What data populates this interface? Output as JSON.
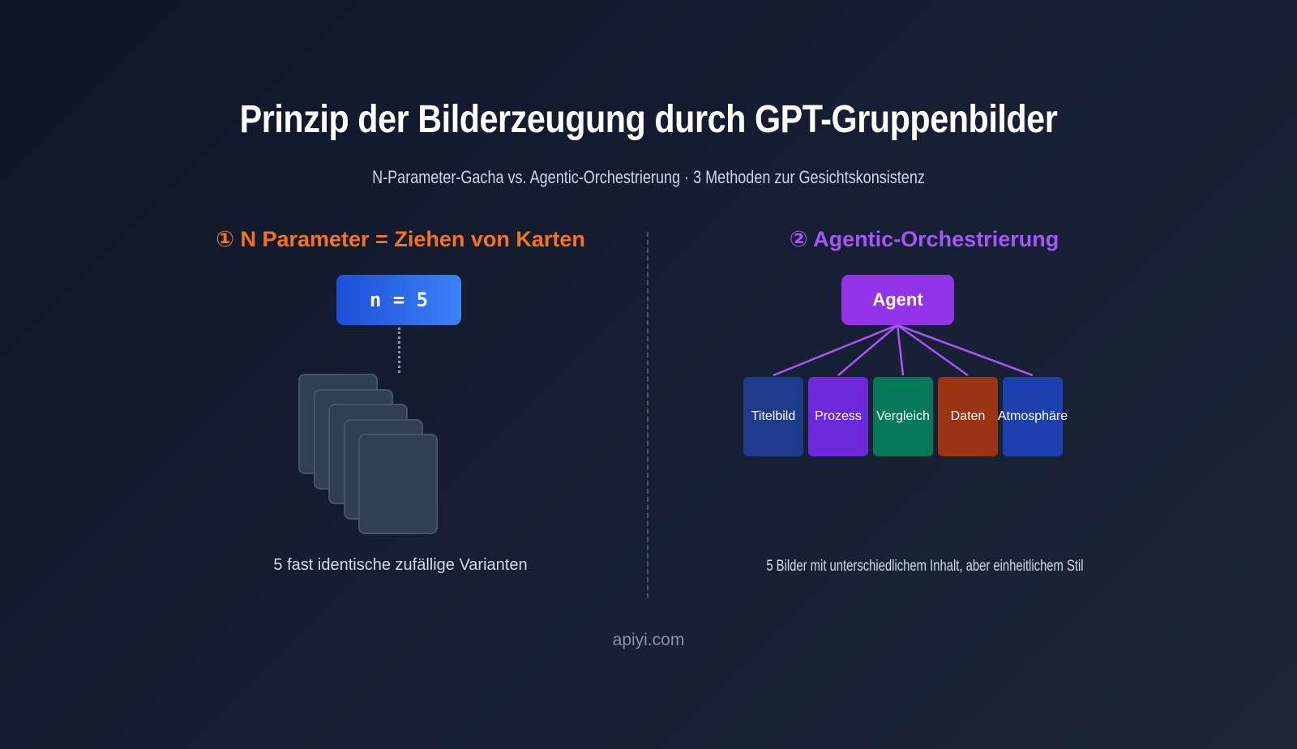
{
  "title": "Prinzip der Bilderzeugung durch GPT-Gruppenbilder",
  "subtitle": "N-Parameter-Gacha vs. Agentic-Orchestrierung · 3 Methoden zur Gesichtskonsistenz",
  "left": {
    "heading": "① N Parameter = Ziehen von Karten",
    "heading_color": "#f97316",
    "param_label": "n = 5",
    "card_count": 5,
    "caption": "5 fast identische zufällige Varianten"
  },
  "right": {
    "heading": "② Agentic-Orchestrierung",
    "heading_color": "#a855f7",
    "root_label": "Agent",
    "root_color": "#9333ea",
    "connector_color": "#a855f7",
    "leaves": [
      {
        "label": "Titelbild",
        "color": "#1e3a8a"
      },
      {
        "label": "Prozess",
        "color": "#6d28d9"
      },
      {
        "label": "Vergleich",
        "color": "#047857"
      },
      {
        "label": "Daten",
        "color": "#9a3412"
      },
      {
        "label": "Atmosphäre",
        "color": "#1e40af"
      }
    ],
    "caption": "5 Bilder mit unterschiedlichem Inhalt, aber einheitlichem Stil"
  },
  "footer": "apiyi.com"
}
